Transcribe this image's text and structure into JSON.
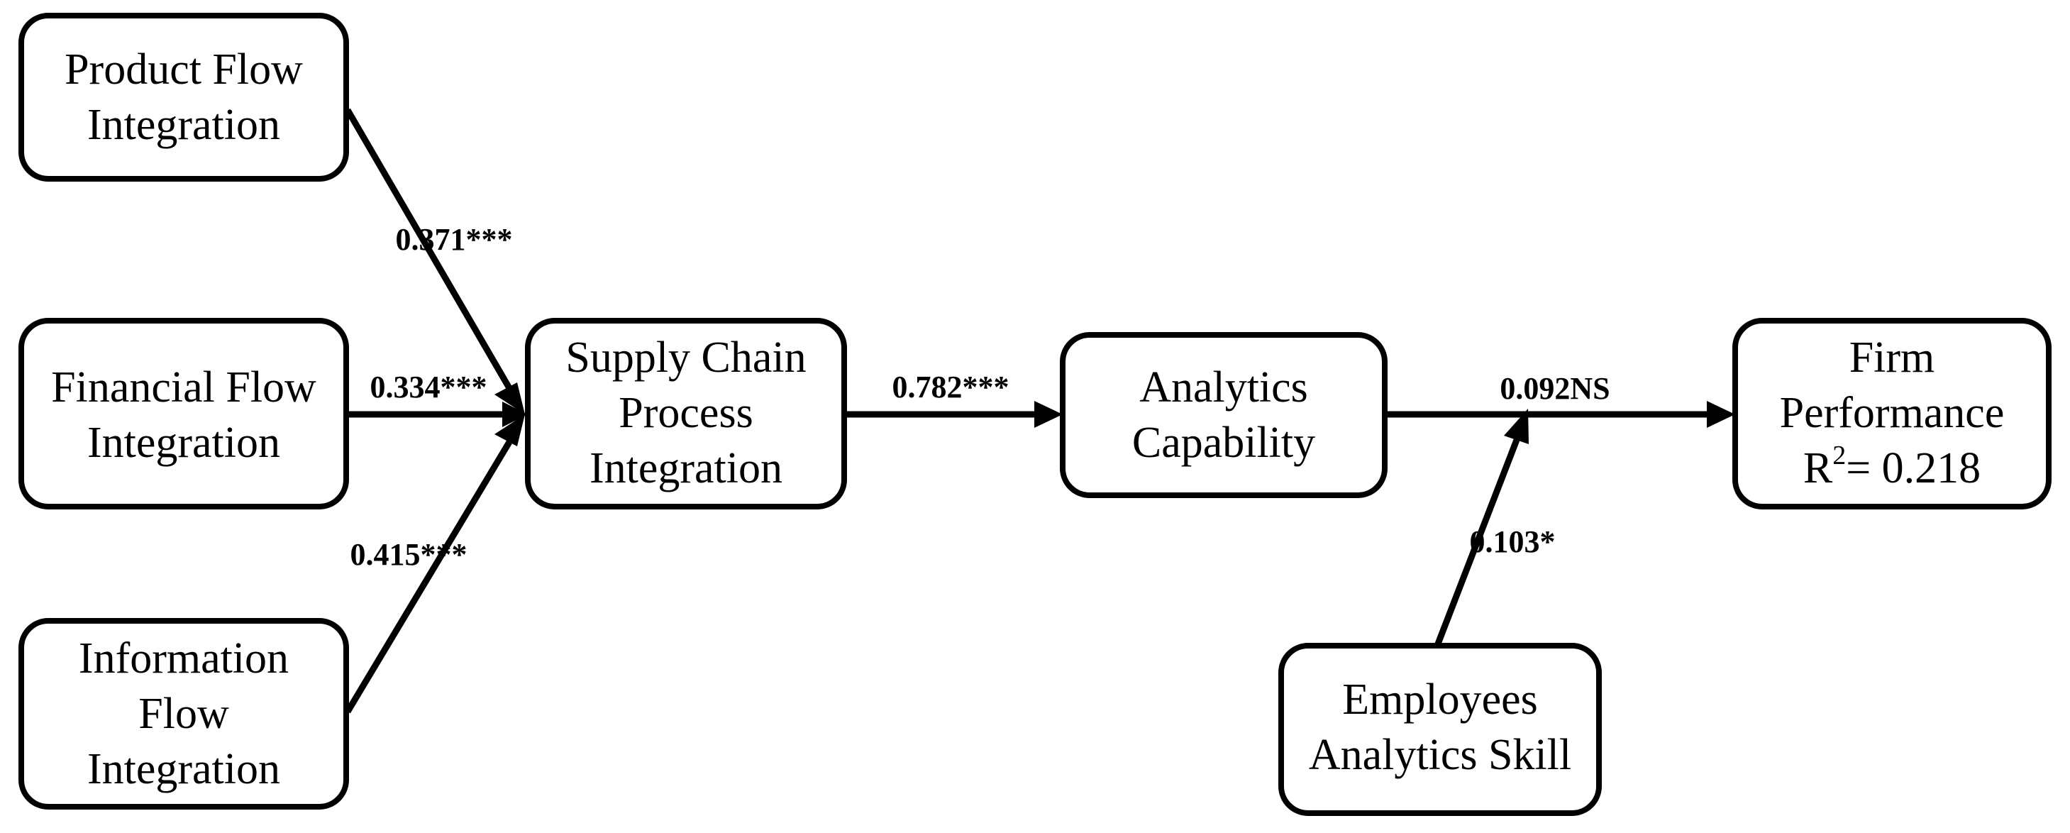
{
  "nodes": {
    "product_flow": {
      "lines": [
        "Product Flow",
        "Integration"
      ]
    },
    "financial_flow": {
      "lines": [
        "Financial Flow",
        "Integration"
      ]
    },
    "information_flow": {
      "lines": [
        "Information",
        "Flow",
        "Integration"
      ]
    },
    "scpi": {
      "lines": [
        "Supply Chain",
        "Process",
        "Integration"
      ]
    },
    "analytics_capability": {
      "lines": [
        "Analytics",
        "Capability"
      ]
    },
    "firm_performance": {
      "lines": [
        "Firm",
        "Performance"
      ],
      "r2_prefix": "R",
      "r2_sup": "2",
      "r2_value": "= 0.218"
    },
    "employees_skill": {
      "lines": [
        "Employees",
        "Analytics Skill"
      ]
    }
  },
  "edges": {
    "product_to_scpi": "0.371***",
    "financial_to_scpi": "0.334***",
    "information_to_scpi": "0.415***",
    "scpi_to_analytics": "0.782***",
    "analytics_to_firm": "0.092NS",
    "skill_moderation": "0.103*"
  }
}
